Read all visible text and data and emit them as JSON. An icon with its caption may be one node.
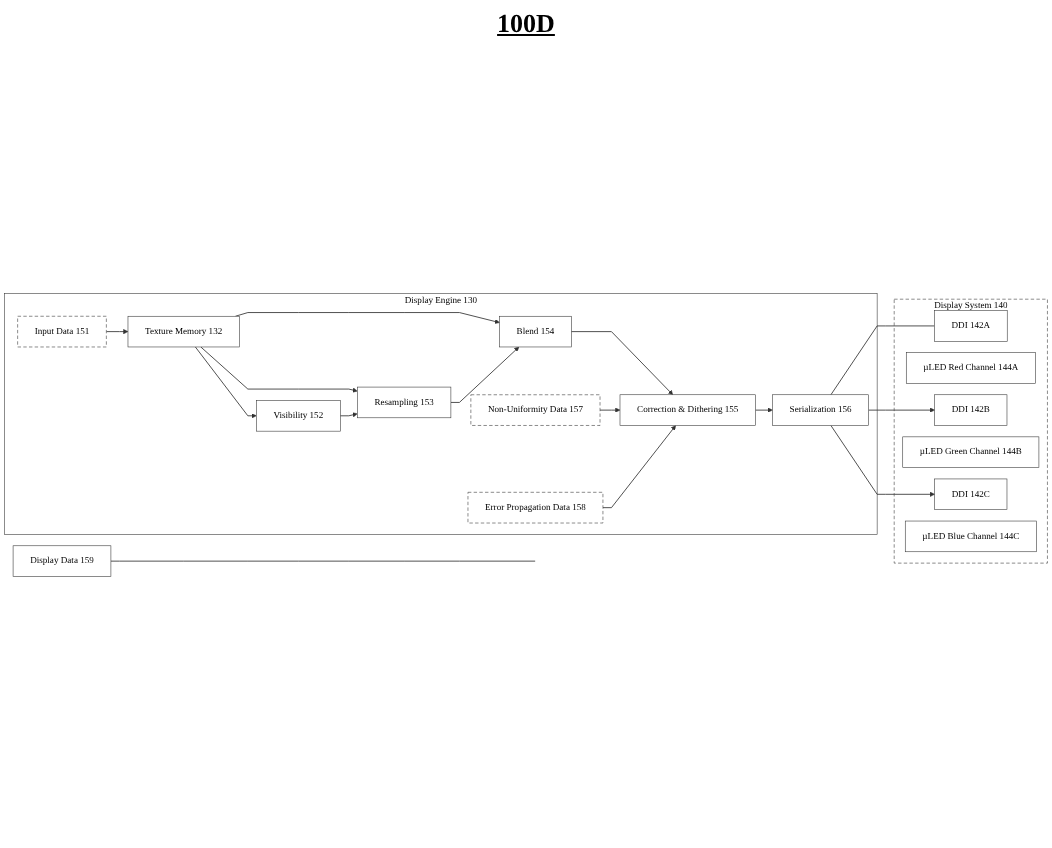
{
  "diagram": {
    "title": "100D",
    "nodes": [
      {
        "text": [
          "Display Engine 130"
        ]
      },
      {
        "text": [
          "Input Data 151"
        ],
        "in": 0
      },
      {
        "text": [
          "Texture Memory 132"
        ],
        "in": 0
      },
      {
        "text": [
          "Visibility 152"
        ],
        "in": 0
      },
      {
        "text": [
          "Resampling 153"
        ],
        "in": 0
      },
      {
        "text": [
          "Blend 154"
        ],
        "in": 0
      },
      {
        "text": [
          "Non-Uniformity Data 157"
        ],
        "in": 0
      },
      {
        "text": [
          "Error Propagation Data 158"
        ],
        "in": 0
      },
      {
        "text": [
          "Correction & Dithering 155"
        ],
        "in": 0
      },
      {
        "text": [
          "Serialization 156"
        ],
        "in": 0
      },
      {
        "text": [
          "Display System 140"
        ]
      },
      {
        "text": [
          "DDI 142A"
        ],
        "in": 10
      },
      {
        "text": [
          "µLED Red Channel 144A"
        ],
        "in": 10
      },
      {
        "text": [
          "DDI 142B"
        ],
        "in": 10
      },
      {
        "text": [
          "µLED Green Channel 144B"
        ],
        "in": 10
      },
      {
        "text": [
          "DDI 142C"
        ],
        "in": 10
      },
      {
        "text": [
          "µLED Blue Channel 144C"
        ],
        "in": 10
      },
      {
        "text": [
          "Display Data 159"
        ]
      }
    ],
    "edges": [
      {
        "from": 1,
        "to": 2,
        "arrow": "to"
      },
      {
        "from": 2,
        "to": 3,
        "arrow": "to"
      },
      {
        "from": 2,
        "to": 4,
        "arrow": "to"
      },
      {
        "from": 2,
        "to": 5,
        "arrow": "to"
      },
      {
        "from": 3,
        "to": 4,
        "arrow": "to"
      },
      {
        "from": 4,
        "to": 5,
        "arrow": "to"
      },
      {
        "from": 5,
        "to": 8,
        "arrow": "to"
      },
      {
        "from": 6,
        "to": 8,
        "arrow": "to"
      },
      {
        "from": 7,
        "to": 8,
        "arrow": "to"
      },
      {
        "from": 8,
        "to": 9,
        "arrow": "to"
      },
      {
        "from": 9,
        "to": 11,
        "arrow": "none"
      },
      {
        "from": 9,
        "to": 13,
        "arrow": "to"
      },
      {
        "from": 9,
        "to": 15,
        "arrow": "to"
      },
      {
        "from": 17,
        "to": null,
        "arrow": "none"
      }
    ]
  }
}
